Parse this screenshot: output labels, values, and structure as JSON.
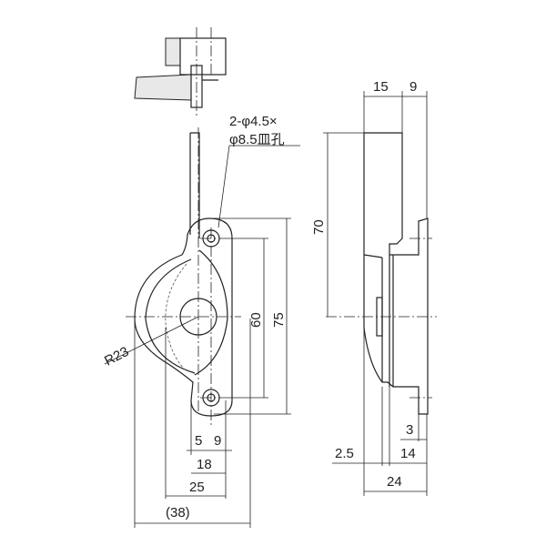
{
  "callout": {
    "line1": "2-φ4.5×",
    "line2": "φ8.5皿孔"
  },
  "front_dims": {
    "d60": "60",
    "d75": "75",
    "r23": "R23",
    "d5": "5",
    "d9": "9",
    "d18": "18",
    "d25": "25",
    "d38": "(38)"
  },
  "side_dims": {
    "d15": "15",
    "d9": "9",
    "d70": "70",
    "d3": "3",
    "d14": "14",
    "d2_5": "2.5",
    "d24": "24"
  }
}
